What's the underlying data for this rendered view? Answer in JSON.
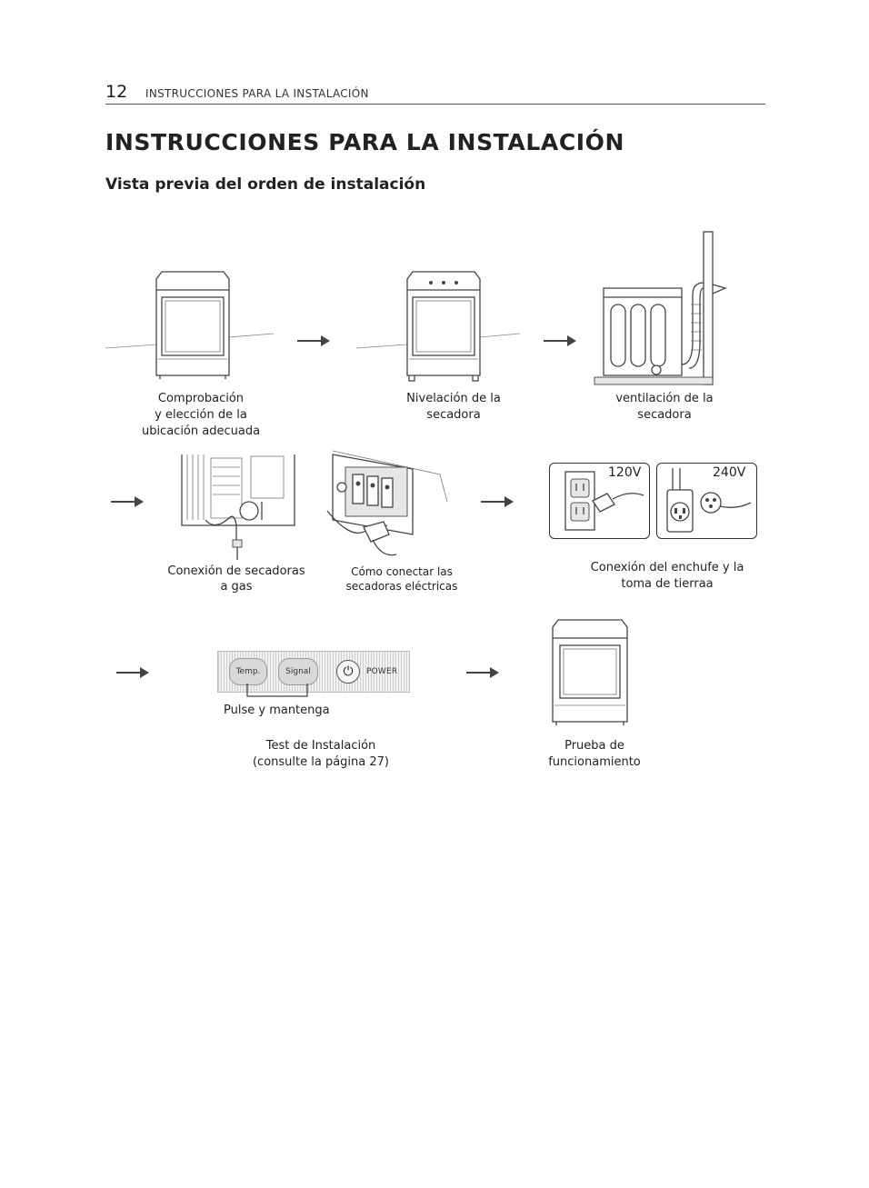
{
  "header": {
    "page_number": "12",
    "running_title": "INSTRUCCIONES PARA LA INSTALACIÓN"
  },
  "title": "INSTRUCCIONES PARA LA INSTALACIÓN",
  "subtitle": "Vista previa del orden de instalación",
  "steps": [
    {
      "lines": [
        "Comprobación",
        "y elección de la",
        "ubicación adecuada"
      ]
    },
    {
      "lines": [
        "Nivelación de la",
        "secadora"
      ]
    },
    {
      "lines": [
        "ventilación de la",
        "secadora"
      ]
    },
    {
      "lines": [
        "Conexión de secadoras",
        "a gas"
      ]
    },
    {
      "lines": [
        "Cómo conectar las",
        "secadoras eléctricas"
      ]
    },
    {
      "lines": [
        "Conexión del enchufe y la",
        "toma de tierraa"
      ]
    },
    {
      "lines": [
        "Test de Instalación",
        "(consulte la página 27)"
      ]
    },
    {
      "lines": [
        "Prueba de",
        "funcionamiento"
      ]
    }
  ],
  "voltages": {
    "v120": "120V",
    "v240": "240V"
  },
  "control_panel": {
    "temp": "Temp.",
    "signal": "Signal",
    "power": "POWER",
    "press_hold": "Pulse y mantenga"
  },
  "icons": [
    "arrow-right-icon",
    "dryer-icon",
    "outlet-icon",
    "plug-icon",
    "power-icon"
  ]
}
